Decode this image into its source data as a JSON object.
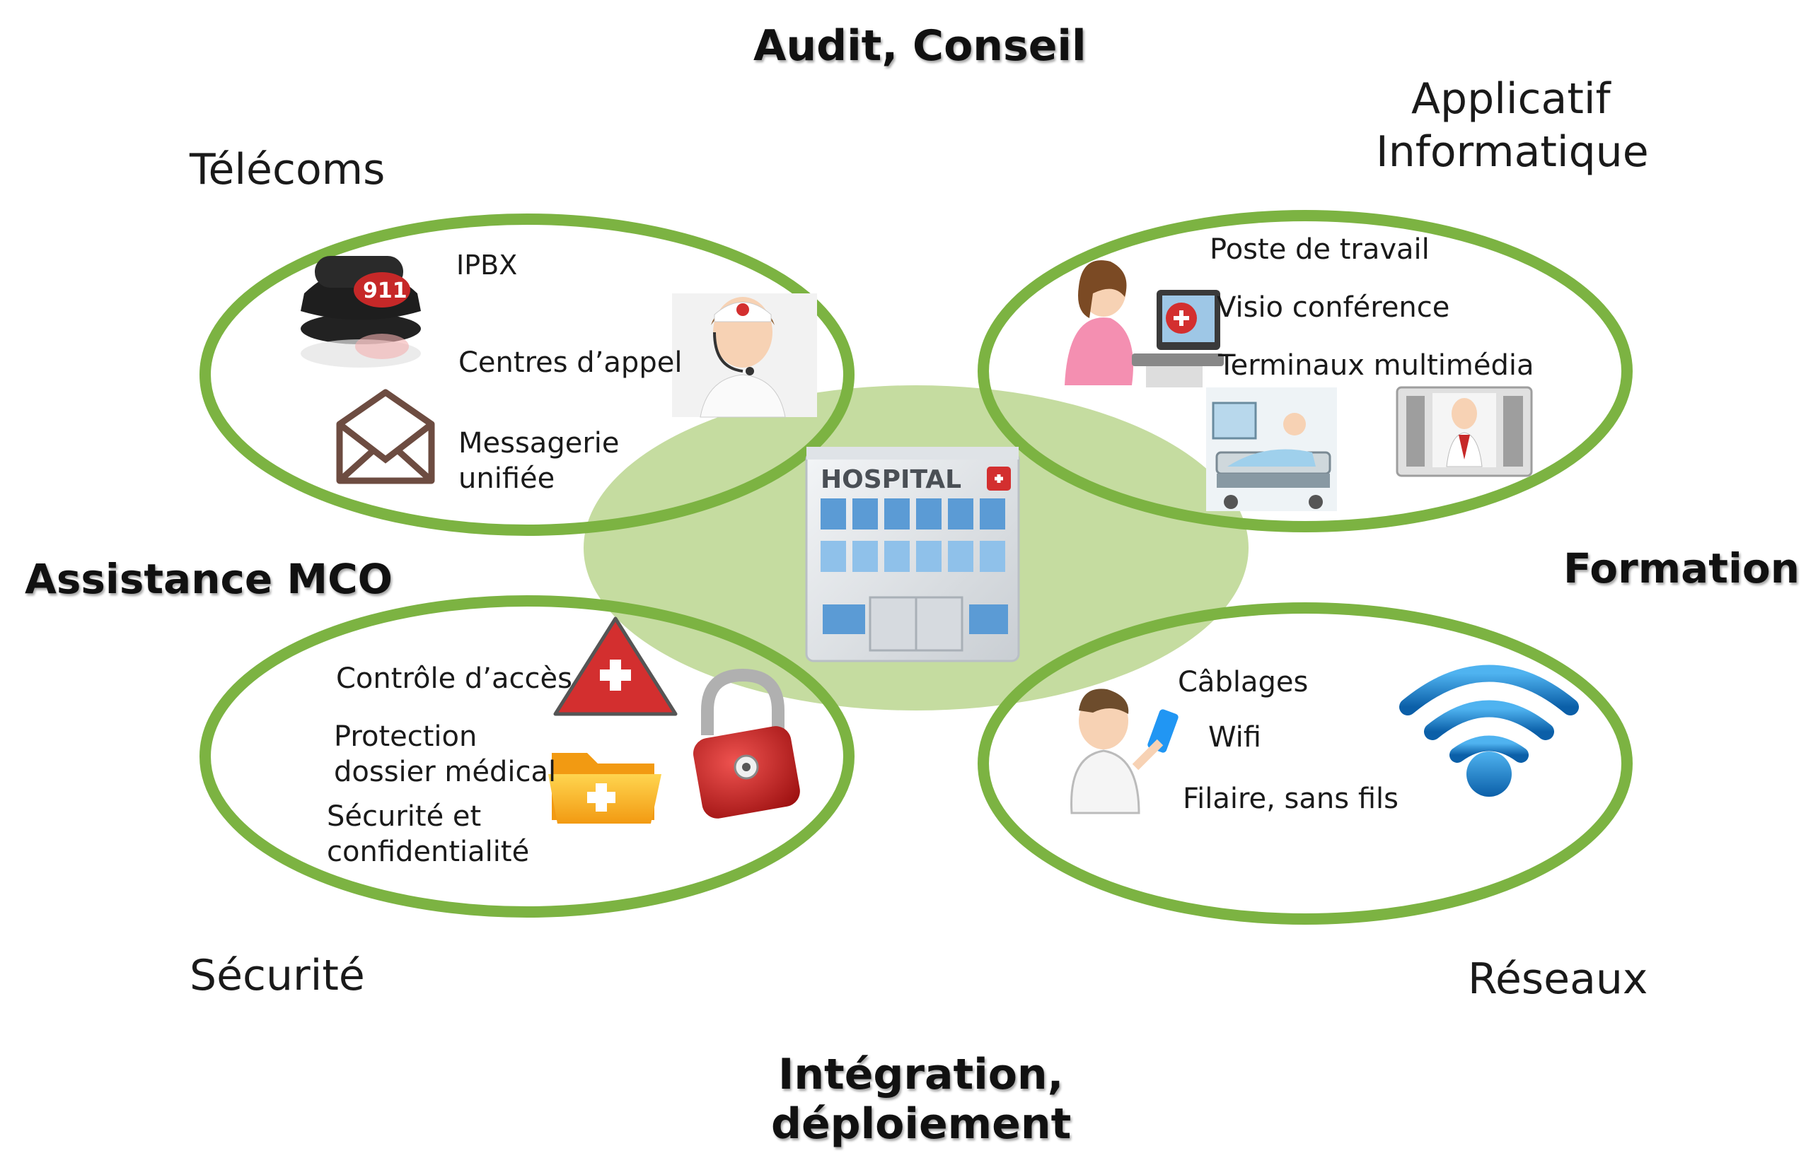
{
  "services": {
    "top": "Audit, Conseil",
    "left": "Assistance MCO",
    "right": "Formation",
    "bottom_line1": "Intégration,",
    "bottom_line2": "déploiement"
  },
  "quadrants": {
    "telecoms": {
      "title": "Télécoms",
      "items": [
        "IPBX",
        "Centres d’appel",
        "Messagerie",
        "unifiée"
      ]
    },
    "applicatif": {
      "title_line1": "Applicatif",
      "title_line2": "Informatique",
      "items": [
        "Poste de travail",
        "Visio conférence",
        "Terminaux multimédia"
      ]
    },
    "securite": {
      "title": "Sécurité",
      "items": [
        "Contrôle d’accès",
        "Protection",
        "dossier médical",
        "Sécurité et",
        "confidentialité"
      ]
    },
    "reseaux": {
      "title": "Réseaux",
      "items": [
        "Câblages",
        "Wifi",
        "Filaire, sans fils"
      ]
    }
  },
  "center": {
    "label": "HOSPITAL"
  },
  "icons": [
    "phone-911-icon",
    "call-center-operator-icon",
    "envelope-icon",
    "workstation-nurse-icon",
    "hospital-bed-icon",
    "video-intercom-doctor-icon",
    "hospital-building-icon",
    "warning-cross-icon",
    "padlock-icon",
    "medical-folder-icon",
    "doctor-tablet-icon",
    "wifi-icon"
  ],
  "colors": {
    "ring": "#7cb342",
    "center_disc": "#c5dca0",
    "window": "#5b9bd5",
    "red": "#d32f2f"
  }
}
